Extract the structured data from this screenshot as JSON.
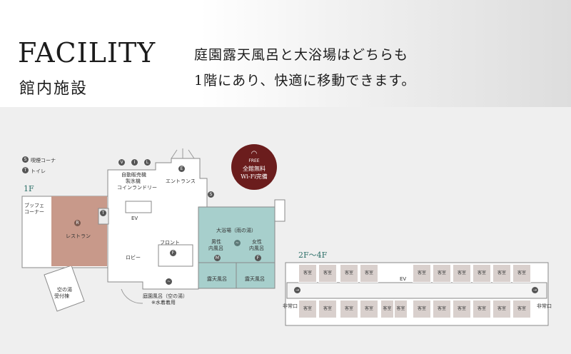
{
  "header": {
    "title_en": "FACILITY",
    "title_jp": "館内施設",
    "lead_line1": "庭園露天風呂と大浴場はどちらも",
    "lead_line2": "1階にあり、快適に移動できます。"
  },
  "legend": {
    "smoking": "喫煙コーナ",
    "toilet": "トイレ"
  },
  "floor1": {
    "label": "1F",
    "vending": "自動販売機",
    "ice": "製氷機",
    "laundry": "コインランドリー",
    "entrance": "エントランス",
    "buffet_line1": "ブッフェ",
    "buffet_line2": "コーナー",
    "restaurant": "レストラン",
    "ev": "EV",
    "front": "フロント",
    "lobby": "ロビー",
    "bath": "大浴場（雨の湯）",
    "male_line1": "男性",
    "male_line2": "内風呂",
    "female_line1": "女性",
    "female_line2": "内風呂",
    "male_mark": "M",
    "female_mark": "F",
    "outdoor_bath_left": "露天風呂",
    "outdoor_bath_right": "露天風呂",
    "garden_bath": "庭園風呂（空の湯）",
    "swimsuit_note": "※水着着用",
    "sky_annex_line1": "空の湯",
    "sky_annex_line2": "受付棟"
  },
  "wifi": {
    "free": "FREE",
    "line1": "全館無料",
    "line2": "Wi-Fi完備"
  },
  "floor_upper": {
    "label": "2F～4F",
    "ev": "EV",
    "exit_left": "非常口",
    "exit_right": "非常口",
    "room_label": "客室"
  },
  "colors": {
    "restaurant": "#c8998a",
    "bath": "#a7cfcc",
    "room": "#d9d0cd",
    "wifi_badge": "#6b1d1d",
    "floor_label": "#2b6e67"
  }
}
